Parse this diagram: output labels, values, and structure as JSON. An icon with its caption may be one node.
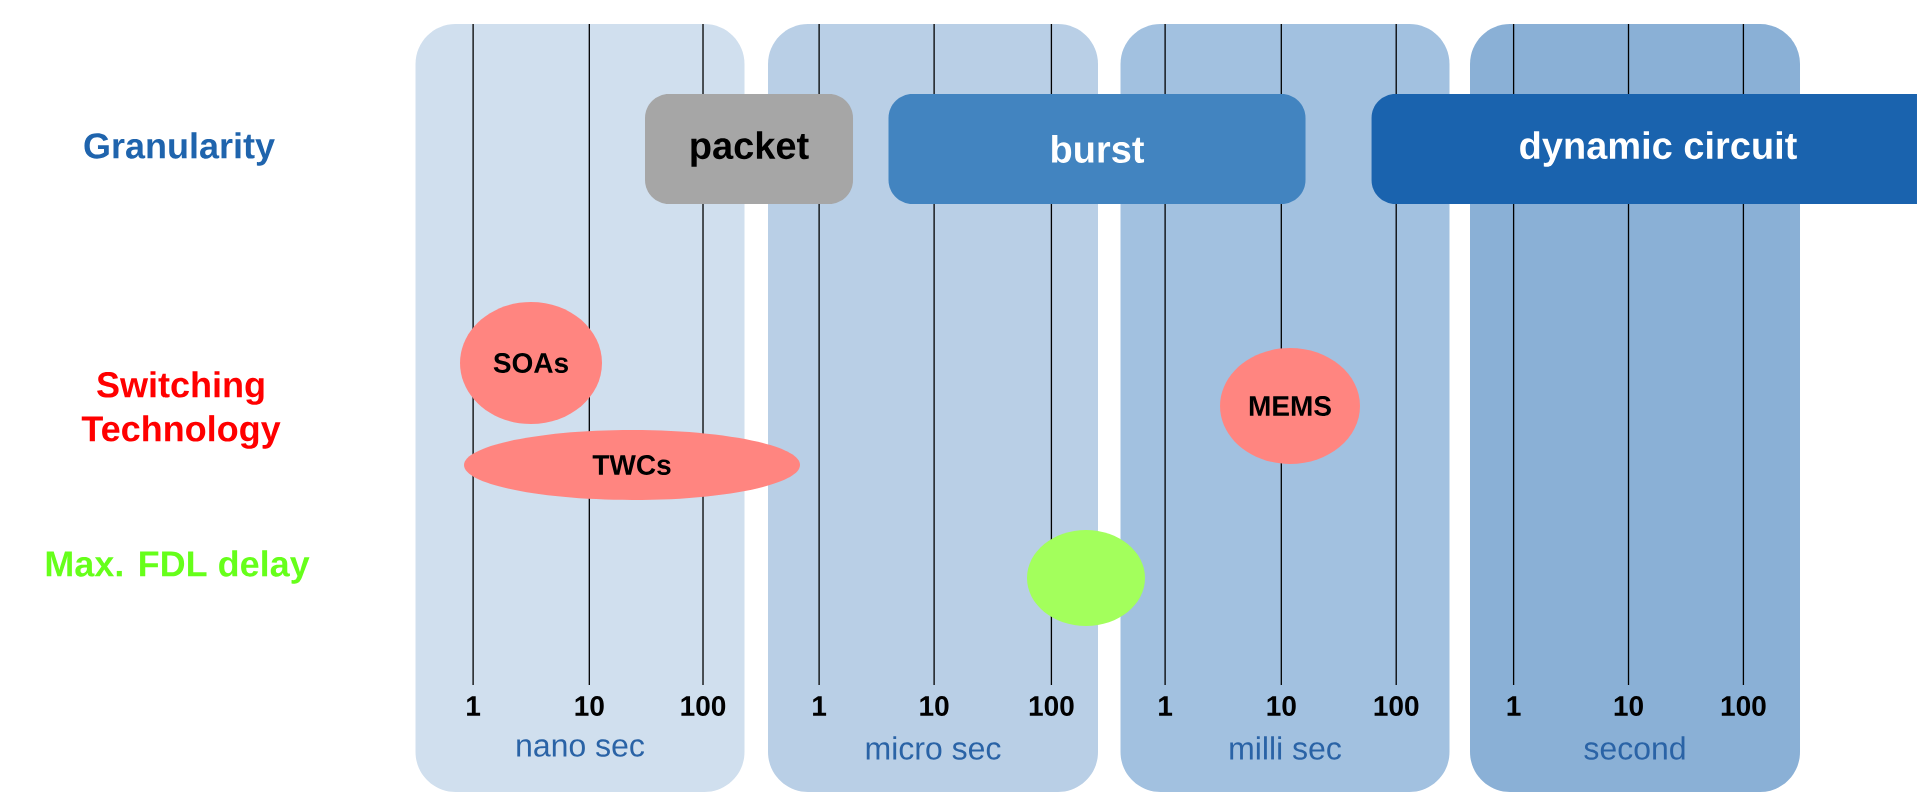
{
  "diagram": {
    "nodes": [
      {
        "text": [
          "nano sec"
        ]
      },
      {
        "text": [
          "micro sec"
        ]
      },
      {
        "text": [
          "milli sec"
        ]
      },
      {
        "text": [
          "second"
        ]
      },
      {
        "text": [
          "packet"
        ]
      },
      {
        "text": [
          "burst"
        ]
      },
      {
        "text": [
          "dynamic circuit"
        ]
      },
      {
        "text": [
          "SOAs"
        ],
        "in": 0
      },
      {
        "text": [
          "TWCs"
        ]
      },
      {
        "text": [
          "MEMS"
        ],
        "in": 2
      },
      {
        "text": [],
        "shape": "circle"
      }
    ],
    "labels": [
      "Granularity",
      "Switching Technology",
      "Max. FDL delay",
      "1",
      "10",
      "100",
      "1",
      "10",
      "100",
      "1",
      "10",
      "100",
      "1",
      "10",
      "100"
    ]
  }
}
